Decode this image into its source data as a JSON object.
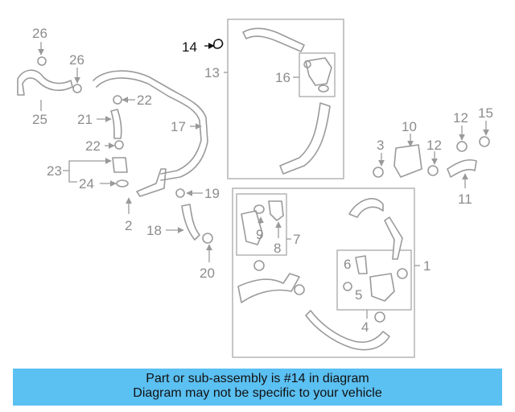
{
  "callouts": {
    "c1": "1",
    "c2": "2",
    "c3": "3",
    "c4": "4",
    "c5": "5",
    "c6": "6",
    "c7": "7",
    "c8": "8",
    "c9": "9",
    "c10": "10",
    "c11": "11",
    "c12a": "12",
    "c12b": "12",
    "c13": "13",
    "c14": "14",
    "c15": "15",
    "c16": "16",
    "c17": "17",
    "c18": "18",
    "c19": "19",
    "c20": "20",
    "c21": "21",
    "c22a": "22",
    "c22b": "22",
    "c23": "23",
    "c24": "24",
    "c25": "25",
    "c26a": "26",
    "c26b": "26"
  },
  "highlight_part": "14",
  "colors": {
    "banner": "#5bc0f2",
    "line": "#9a9a9a",
    "highlight": "#111111"
  },
  "caption": {
    "line1": "Part or sub-assembly is #14 in diagram",
    "line2": "Diagram may not be specific to your vehicle"
  }
}
